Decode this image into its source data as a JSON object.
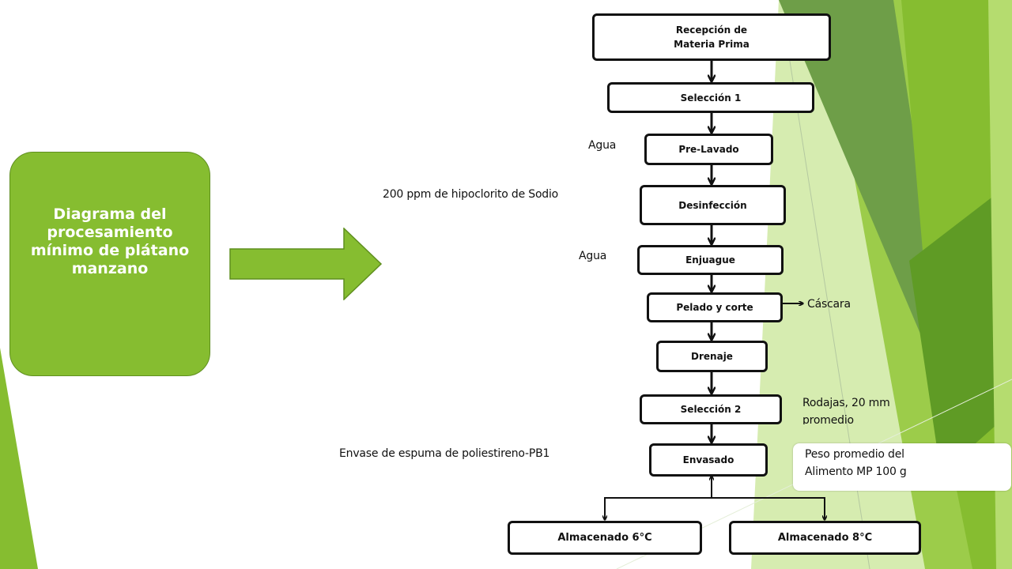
{
  "title": "Diagrama del procesamiento mínimo de plátano manzano",
  "colors": {
    "accent_green": "#86bd30",
    "dark_green": "#4f8a1b",
    "light_green": "#d6ecb0",
    "box_border": "#111111"
  },
  "flowchart": {
    "steps": [
      {
        "id": "recepcion",
        "line1": "Recepción de",
        "line2": "Materia Prima"
      },
      {
        "id": "seleccion1",
        "label": "Selección 1"
      },
      {
        "id": "prelavado",
        "label": "Pre-Lavado"
      },
      {
        "id": "desinfeccion",
        "label": "Desinfección"
      },
      {
        "id": "enjuague",
        "label": "Enjuague"
      },
      {
        "id": "pelado",
        "label": "Pelado y corte"
      },
      {
        "id": "drenaje",
        "label": "Drenaje"
      },
      {
        "id": "seleccion2",
        "label": "Selección 2"
      },
      {
        "id": "envasado",
        "label": "Envasado"
      },
      {
        "id": "almacenado6",
        "label": "Almacenado 6°C"
      },
      {
        "id": "almacenado8",
        "label": "Almacenado 8°C"
      }
    ],
    "inputs": {
      "agua1": "Agua",
      "hipoclorito": "200 ppm de hipoclorito de Sodio",
      "agua2": "Agua",
      "envase": "Envase de espuma de poliestireno-PB1"
    },
    "outputs": {
      "cascara": "Cáscara",
      "rodajas_line1": "Rodajas, 20 mm",
      "rodajas_line2": "promedio",
      "peso_line1": "Peso promedio del",
      "peso_line2": "Alimento MP 100 g"
    }
  }
}
